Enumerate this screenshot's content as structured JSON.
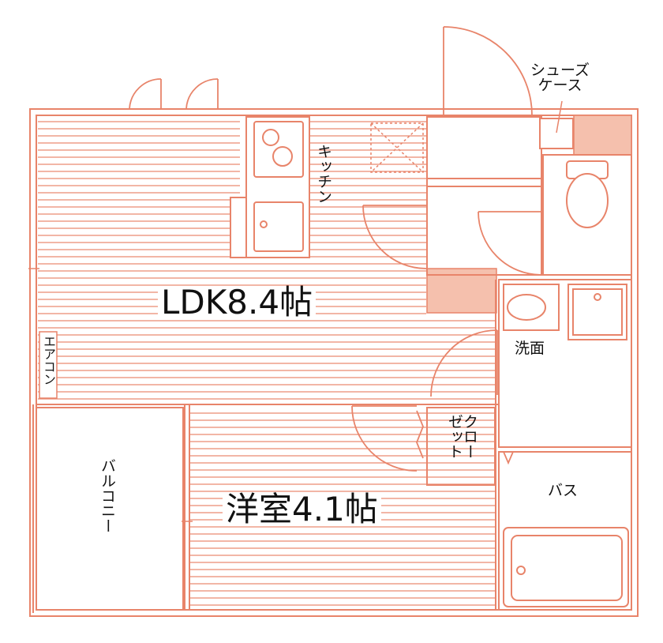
{
  "colors": {
    "wall": "#e8846a",
    "wall_fill": "#f5c0ad",
    "background": "#ffffff",
    "text": "#111111"
  },
  "rooms": {
    "ldk": {
      "label": "LDK8.4帖"
    },
    "western": {
      "label": "洋室4.1帖"
    },
    "kitchen": {
      "label": "キッチン"
    },
    "shoe_case": {
      "label": "シューズ\nケース"
    },
    "washroom": {
      "label": "洗面"
    },
    "closet": {
      "label": "クロー\nゼット"
    },
    "bath": {
      "label": "バス"
    },
    "balcony": {
      "label": "バルコニー"
    },
    "aircon": {
      "label": "エアコン"
    }
  }
}
